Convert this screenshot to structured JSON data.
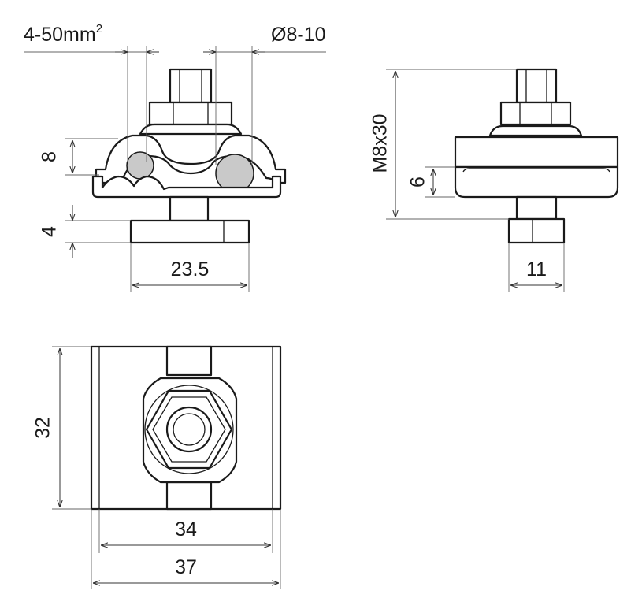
{
  "dimensions": {
    "conductor_range": {
      "label": "4-50mm",
      "sup": "2"
    },
    "diameter_range": "Ø8-10",
    "clamp_height": "8",
    "base_thickness": "4",
    "base_width": "23.5",
    "bolt": "M8x30",
    "jaw_height": "6",
    "nut_width": "11",
    "plate_depth": "32",
    "plate_width": "34",
    "overall_width": "37"
  }
}
